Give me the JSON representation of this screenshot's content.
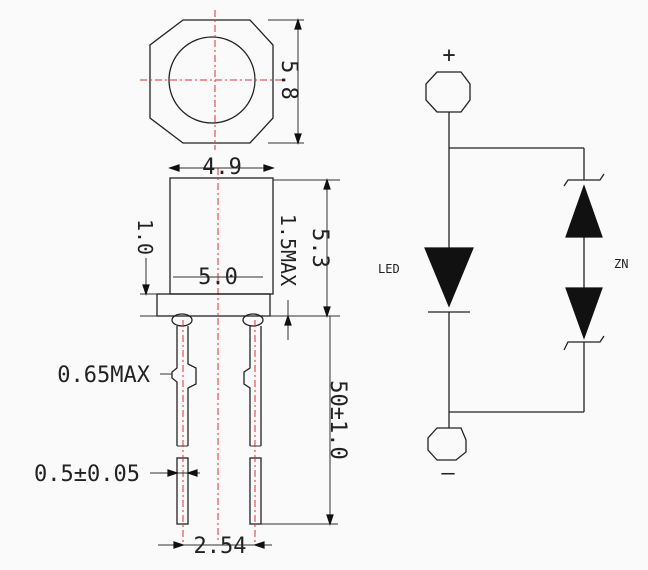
{
  "drawing": {
    "dim_top_width": "4.9",
    "dim_top_height": "5.8",
    "dim_flange_width": "5.0",
    "dim_flange_thickness": "1.0",
    "dim_body_height": "5.3",
    "dim_body_max": "1.5MAX",
    "dim_lead_section": "0.65MAX",
    "dim_lead_diameter": "0.5±0.05",
    "dim_lead_length": "50±1.0",
    "dim_lead_pitch": "2.54"
  },
  "schematic": {
    "plus": "+",
    "minus": "—",
    "led_label": "LED",
    "zener_label": "ZN"
  },
  "colors": {
    "line": "#222222",
    "center_line": "#e03030",
    "fill": "#111111"
  }
}
